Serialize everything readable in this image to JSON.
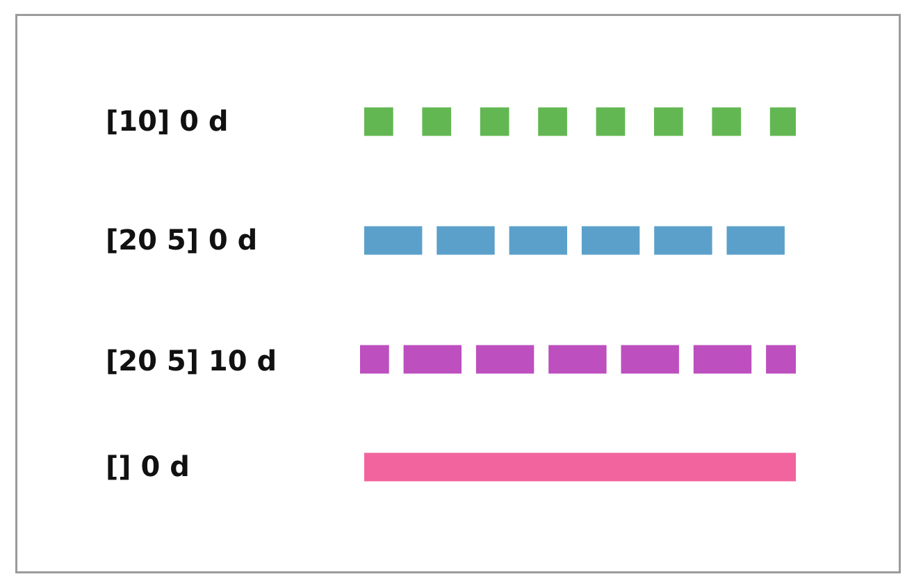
{
  "diagram": {
    "title": "",
    "rows": [
      {
        "label": "[10] 0 d",
        "dasharray": [
          10
        ],
        "offset": 0,
        "color": "#63b752"
      },
      {
        "label": "[20 5] 0 d",
        "dasharray": [
          20,
          5
        ],
        "offset": 0,
        "color": "#5ba0ca"
      },
      {
        "label": "[20 5] 10 d",
        "dasharray": [
          20,
          5
        ],
        "offset": 10,
        "color": "#bd4fbf"
      },
      {
        "label": "[] 0 d",
        "dasharray": [],
        "offset": 0,
        "color": "#f2649e"
      }
    ],
    "border_color": "#9b9b9b"
  }
}
